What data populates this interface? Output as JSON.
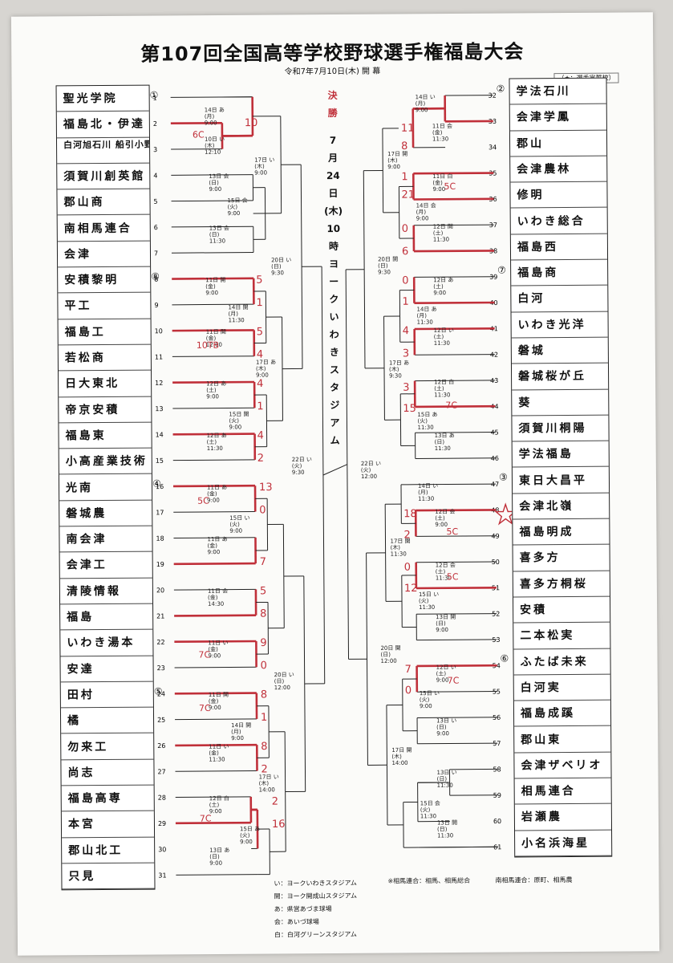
{
  "header": {
    "title": "第107回全国高等学校野球選手権福島大会",
    "subtitle": "令和7年7月10日(木) 開 幕",
    "seed_note": "（★：選手宣誓校）"
  },
  "final": {
    "label1": "決",
    "label2": "勝",
    "date_chars": [
      "7",
      "月",
      "24",
      "日",
      "(木)",
      "10",
      "時"
    ],
    "venue_chars": [
      "ヨ",
      "ー",
      "ク",
      "い",
      "わ",
      "き",
      "ス",
      "タ",
      "ジ",
      "ア",
      "ム"
    ]
  },
  "seeds": {
    "s1": "①",
    "s8": "⑧",
    "s4": "④",
    "s5": "⑤",
    "s2": "②",
    "s7": "⑦",
    "s3": "③",
    "s6": "⑥"
  },
  "left_teams": [
    "聖光学院",
    "福島北・伊達",
    "白河旭石川 船引小野",
    "須賀川創英館",
    "郡山商",
    "南相馬連合",
    "会津",
    "安積黎明",
    "平工",
    "福島工",
    "若松商",
    "日大東北",
    "帝京安積",
    "福島東",
    "小高産業技術",
    "光南",
    "磐城農",
    "南会津",
    "会津工",
    "清陵情報",
    "福島",
    "いわき湯本",
    "安達",
    "田村",
    "橘",
    "勿来工",
    "尚志",
    "福島高専",
    "本宮",
    "郡山北工",
    "只見"
  ],
  "right_teams": [
    "学法石川",
    "会津学鳳",
    "郡山",
    "会津農林",
    "修明",
    "いわき総合",
    "福島西",
    "福島商",
    "白河",
    "いわき光洋",
    "磐城",
    "磐城桜が丘",
    "葵",
    "須賀川桐陽",
    "学法福島",
    "東日大昌平",
    "会津北嶺",
    "福島明成",
    "喜多方",
    "喜多方桐桜",
    "安積",
    "二本松実",
    "ふたば未来",
    "白河実",
    "福島成蹊",
    "郡山東",
    "会津ザベリオ",
    "相馬連合",
    "岩瀬農",
    "小名浜海星"
  ],
  "left_slots": [
    "1",
    "2",
    "3",
    "4",
    "5",
    "6",
    "7",
    "8",
    "9",
    "10",
    "11",
    "12",
    "13",
    "14",
    "15",
    "16",
    "17",
    "18",
    "19",
    "20",
    "21",
    "22",
    "23",
    "24",
    "25",
    "26",
    "27",
    "28",
    "29",
    "30",
    "31"
  ],
  "right_slots": [
    "32",
    "33",
    "34",
    "35",
    "36",
    "37",
    "38",
    "39",
    "40",
    "41",
    "42",
    "43",
    "44",
    "45",
    "46",
    "47",
    "48",
    "49",
    "50",
    "51",
    "52",
    "53",
    "54",
    "55",
    "56",
    "57",
    "58",
    "59",
    "60",
    "61"
  ],
  "match_labels": {
    "l_r1_a": [
      "10日 い",
      "(木)",
      "12:10"
    ],
    "l_r2_a": [
      "14日 あ",
      "(月)",
      "9:00"
    ],
    "l_r2_b": [
      "13日 会",
      "(日)",
      "9:00"
    ],
    "l_r2_c": [
      "13日 会",
      "(日)",
      "11:30"
    ],
    "l_r3_a": [
      "17日 い",
      "(木)",
      "9:00"
    ],
    "l_r3_b": [
      "15日 会",
      "(火)",
      "9:00"
    ],
    "l_r4_a": [
      "20日 い",
      "(日)",
      "9:30"
    ],
    "l_r2_d": [
      "11日 開",
      "(金)",
      "9:00"
    ],
    "l_r2_e": [
      "14日 開",
      "(月)",
      "11:30"
    ],
    "l_r1_b": [
      "11日 開",
      "(金)",
      "12:00"
    ],
    "l_r2_f": [
      "12日 あ",
      "(土)",
      "9:00"
    ],
    "l_r2_g": [
      "12日 あ",
      "(土)",
      "11:30"
    ],
    "l_r3_c": [
      "17日 あ",
      "(木)",
      "9:00"
    ],
    "l_r3_d": [
      "15日 開",
      "(火)",
      "9:00"
    ],
    "l_sf_a": [
      "22日 い",
      "(火)",
      "9:30"
    ],
    "l_r2_h": [
      "11日 あ",
      "(金)",
      "9:00"
    ],
    "l_r3_e": [
      "15日 い",
      "(火)",
      "9:00"
    ],
    "l_r2_i": [
      "11日 あ",
      "(金)",
      "9:00"
    ],
    "l_r2_j": [
      "11日 会",
      "(金)",
      "14:30"
    ],
    "l_r2_k": [
      "11日 い",
      "(金)",
      "9:00"
    ],
    "l_r4_b": [
      "20日 い",
      "(日)",
      "12:00"
    ],
    "l_r2_l": [
      "11日 開",
      "(金)",
      "9:00"
    ],
    "l_r2_m": [
      "14日 開",
      "(月)",
      "9:00"
    ],
    "l_r2_n": [
      "11日 い",
      "(金)",
      "11:30"
    ],
    "l_r3_f": [
      "17日 い",
      "(木)",
      "14:00"
    ],
    "l_r2_o": [
      "12日 白",
      "(土)",
      "9:00"
    ],
    "l_r2_p": [
      "15日 あ",
      "(火)",
      "9:00"
    ],
    "l_r2_q": [
      "13日 あ",
      "(日)",
      "9:00"
    ],
    "r_r2_a": [
      "14日 い",
      "(月)",
      "9:00"
    ],
    "r_r2_b": [
      "11日 会",
      "(金)",
      "11:30"
    ],
    "r_r3_a": [
      "17日 開",
      "(木)",
      "9:00"
    ],
    "r_r2_c": [
      "11日 白",
      "(金)",
      "9:00"
    ],
    "r_r2_d": [
      "14日 会",
      "(月)",
      "9:00"
    ],
    "r_r2_e": [
      "12日 開",
      "(土)",
      "11:30"
    ],
    "r_r4_a": [
      "20日 開",
      "(日)",
      "9:30"
    ],
    "r_r2_f": [
      "12日 あ",
      "(土)",
      "9:00"
    ],
    "r_r2_g": [
      "14日 あ",
      "(月)",
      "11:30"
    ],
    "r_r2_h": [
      "12日 い",
      "(土)",
      "11:30"
    ],
    "r_r3_b": [
      "17日 あ",
      "(木)",
      "9:30"
    ],
    "r_r2_i": [
      "12日 白",
      "(土)",
      "11:30"
    ],
    "r_r3_c": [
      "15日 あ",
      "(火)",
      "11:30"
    ],
    "r_r2_j": [
      "13日 あ",
      "(日)",
      "11:30"
    ],
    "r_sf_a": [
      "22日 い",
      "(火)",
      "12:00"
    ],
    "r_r2_k": [
      "14日 い",
      "(月)",
      "11:30"
    ],
    "r_r2_l": [
      "12日 会",
      "(土)",
      "9:00"
    ],
    "r_r3_d": [
      "17日 開",
      "(木)",
      "11:30"
    ],
    "r_r2_m": [
      "12日 会",
      "(土)",
      "11:30"
    ],
    "r_r3_e": [
      "15日 い",
      "(火)",
      "11:30"
    ],
    "r_r2_n": [
      "13日 開",
      "(日)",
      "9:00"
    ],
    "r_r4_b": [
      "20日 開",
      "(日)",
      "12:00"
    ],
    "r_r2_o": [
      "12日 い",
      "(土)",
      "9:00"
    ],
    "r_r2_p": [
      "15日 い",
      "(火)",
      "9:00"
    ],
    "r_r2_q": [
      "13日 い",
      "(日)",
      "9:00"
    ],
    "r_r3_f": [
      "17日 開",
      "(木)",
      "14:00"
    ],
    "r_r2_r": [
      "13日 い",
      "(日)",
      "11:30"
    ],
    "r_r3_g": [
      "15日 会",
      "(火)",
      "11:30"
    ],
    "r_r2_s": [
      "13日 開",
      "(日)",
      "11:30"
    ]
  },
  "scores": {
    "l2": "10",
    "l2b": "6C",
    "l8": "5",
    "l9": "1",
    "l10": "5",
    "l11": "4",
    "l10b": "10TB",
    "l12": "4",
    "l13": "1",
    "l14": "4",
    "l15": "2",
    "l16": "13",
    "l17": "0",
    "l16b": "5C",
    "l19": "7",
    "l20": "5",
    "l21": "8",
    "l22": "9",
    "l23": "0",
    "l22b": "7C",
    "l24": "8",
    "l25": "1",
    "l24b": "7C",
    "l26": "8",
    "l27": "2",
    "l28": "2",
    "l29": "16",
    "l29b": "7C",
    "r33a": "11",
    "r33b": "8",
    "r35": "1",
    "r36": "21",
    "r36b": "5C",
    "r37": "0",
    "r38": "6",
    "r39": "0",
    "r40": "1",
    "r41": "4",
    "r42": "3",
    "r43": "3",
    "r44": "15",
    "r44b": "7C",
    "r48": "18",
    "r49": "2",
    "r48b": "5C",
    "r50": "0",
    "r51": "12",
    "r51b": "5C",
    "r54": "7",
    "r55": "0",
    "r54b": "7C"
  },
  "legend": {
    "items": [
      "い：ヨークいわきスタジアム",
      "開：ヨーク開成山スタジアム",
      "あ：県営あづま球場",
      "会：あいづ球場",
      "白：白河グリーンスタジアム"
    ],
    "note1": "※相馬連合：相馬、相馬総合",
    "note2": "南相馬連合：原町、相馬農"
  },
  "colors": {
    "ink": "#111111",
    "marker": "#c0303a",
    "paper": "#fbfbf9"
  }
}
